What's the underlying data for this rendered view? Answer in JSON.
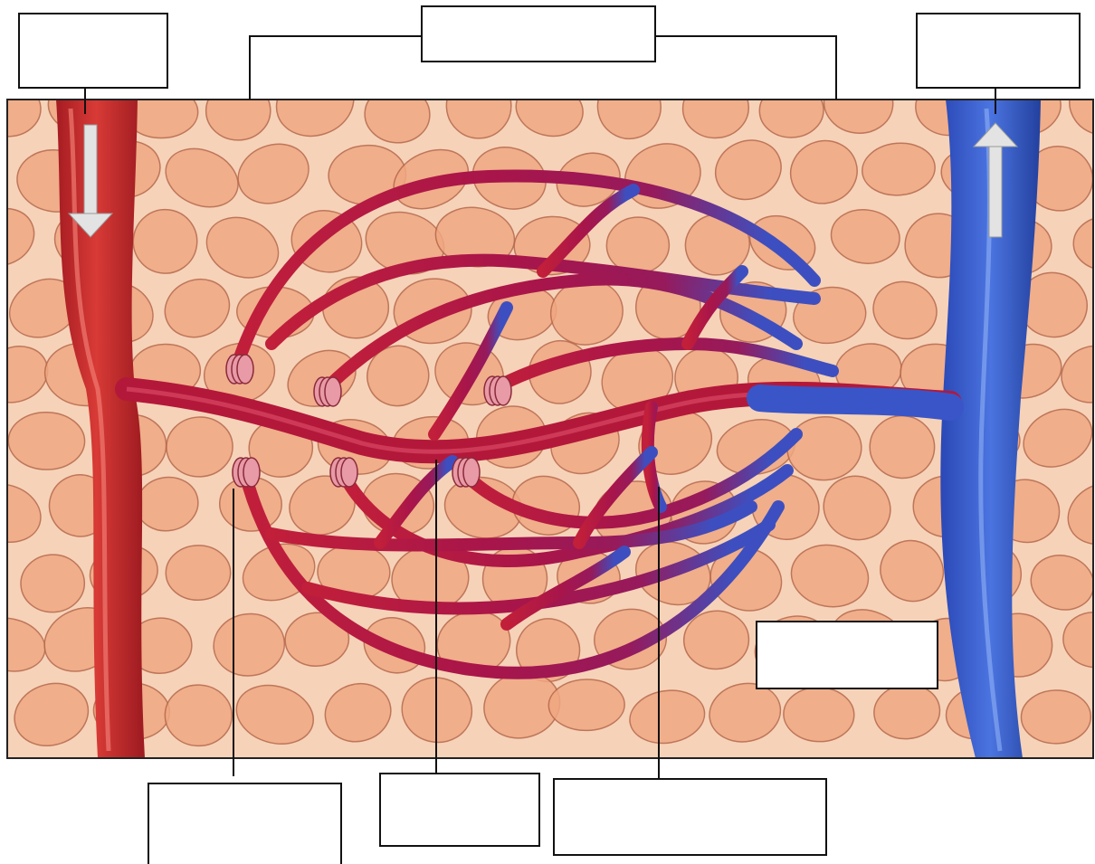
{
  "diagram": {
    "subject": "capillary-bed",
    "labels": {
      "top_left": "",
      "top_center": "",
      "top_right": "",
      "bottom_left": "",
      "bottom_center": "",
      "bottom_right": "",
      "inset_right": ""
    },
    "flow_arrows": [
      {
        "name": "arteriole-flow",
        "direction": "down"
      },
      {
        "name": "venule-flow",
        "direction": "up"
      }
    ],
    "colors": {
      "tissue_background": "#f4c7a8",
      "cell_fill": "#f0a882",
      "cell_outline": "#b5674a",
      "arteriole": "#c8262c",
      "capillary": "#a8154a",
      "venule": "#2f56c8",
      "sphincter": "#e89aa6",
      "arrow": "#e3e3e3",
      "leader_line": "#111111"
    }
  }
}
